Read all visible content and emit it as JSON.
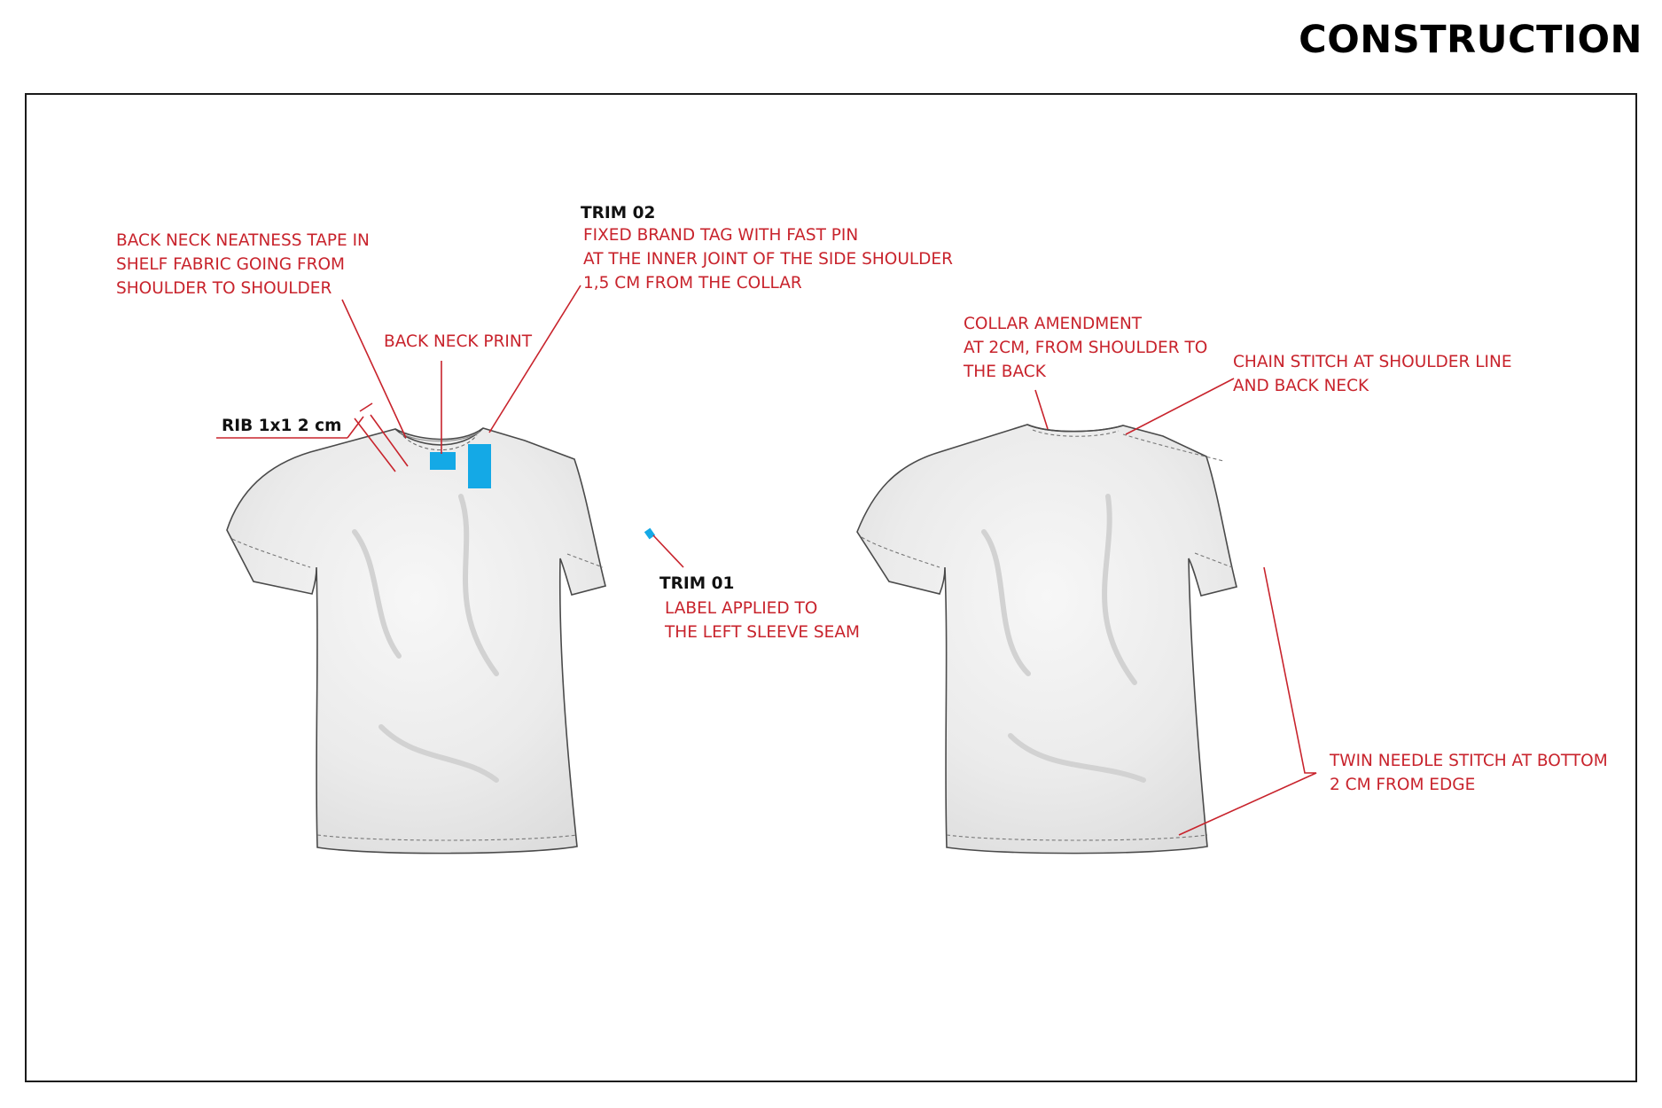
{
  "title": "CONSTRUCTION",
  "colors": {
    "annotation": "#c8232c",
    "trim_marker": "#14a9e6",
    "garment": "#ececec"
  },
  "front": {
    "neck_tape": [
      "BACK NECK NEATNESS TAPE IN",
      "SHELF FABRIC GOING FROM",
      "SHOULDER TO SHOULDER"
    ],
    "back_neck_print": "BACK NECK PRINT",
    "rib": "RIB 1x1  2 cm",
    "trim02": {
      "label": "TRIM 02",
      "lines": [
        "FIXED BRAND TAG WITH FAST PIN",
        "AT THE INNER JOINT OF THE SIDE SHOULDER",
        "1,5 CM FROM THE COLLAR"
      ]
    },
    "trim01": {
      "label": "TRIM 01",
      "lines": [
        "LABEL APPLIED TO",
        "THE LEFT SLEEVE SEAM"
      ]
    }
  },
  "back": {
    "collar": [
      "COLLAR AMENDMENT",
      "AT 2CM, FROM SHOULDER TO",
      "THE BACK"
    ],
    "chain_stitch": [
      "CHAIN STITCH AT SHOULDER LINE",
      "AND BACK NECK"
    ],
    "twin_needle": [
      "TWIN NEEDLE STITCH AT BOTTOM",
      "2 CM FROM EDGE"
    ]
  }
}
